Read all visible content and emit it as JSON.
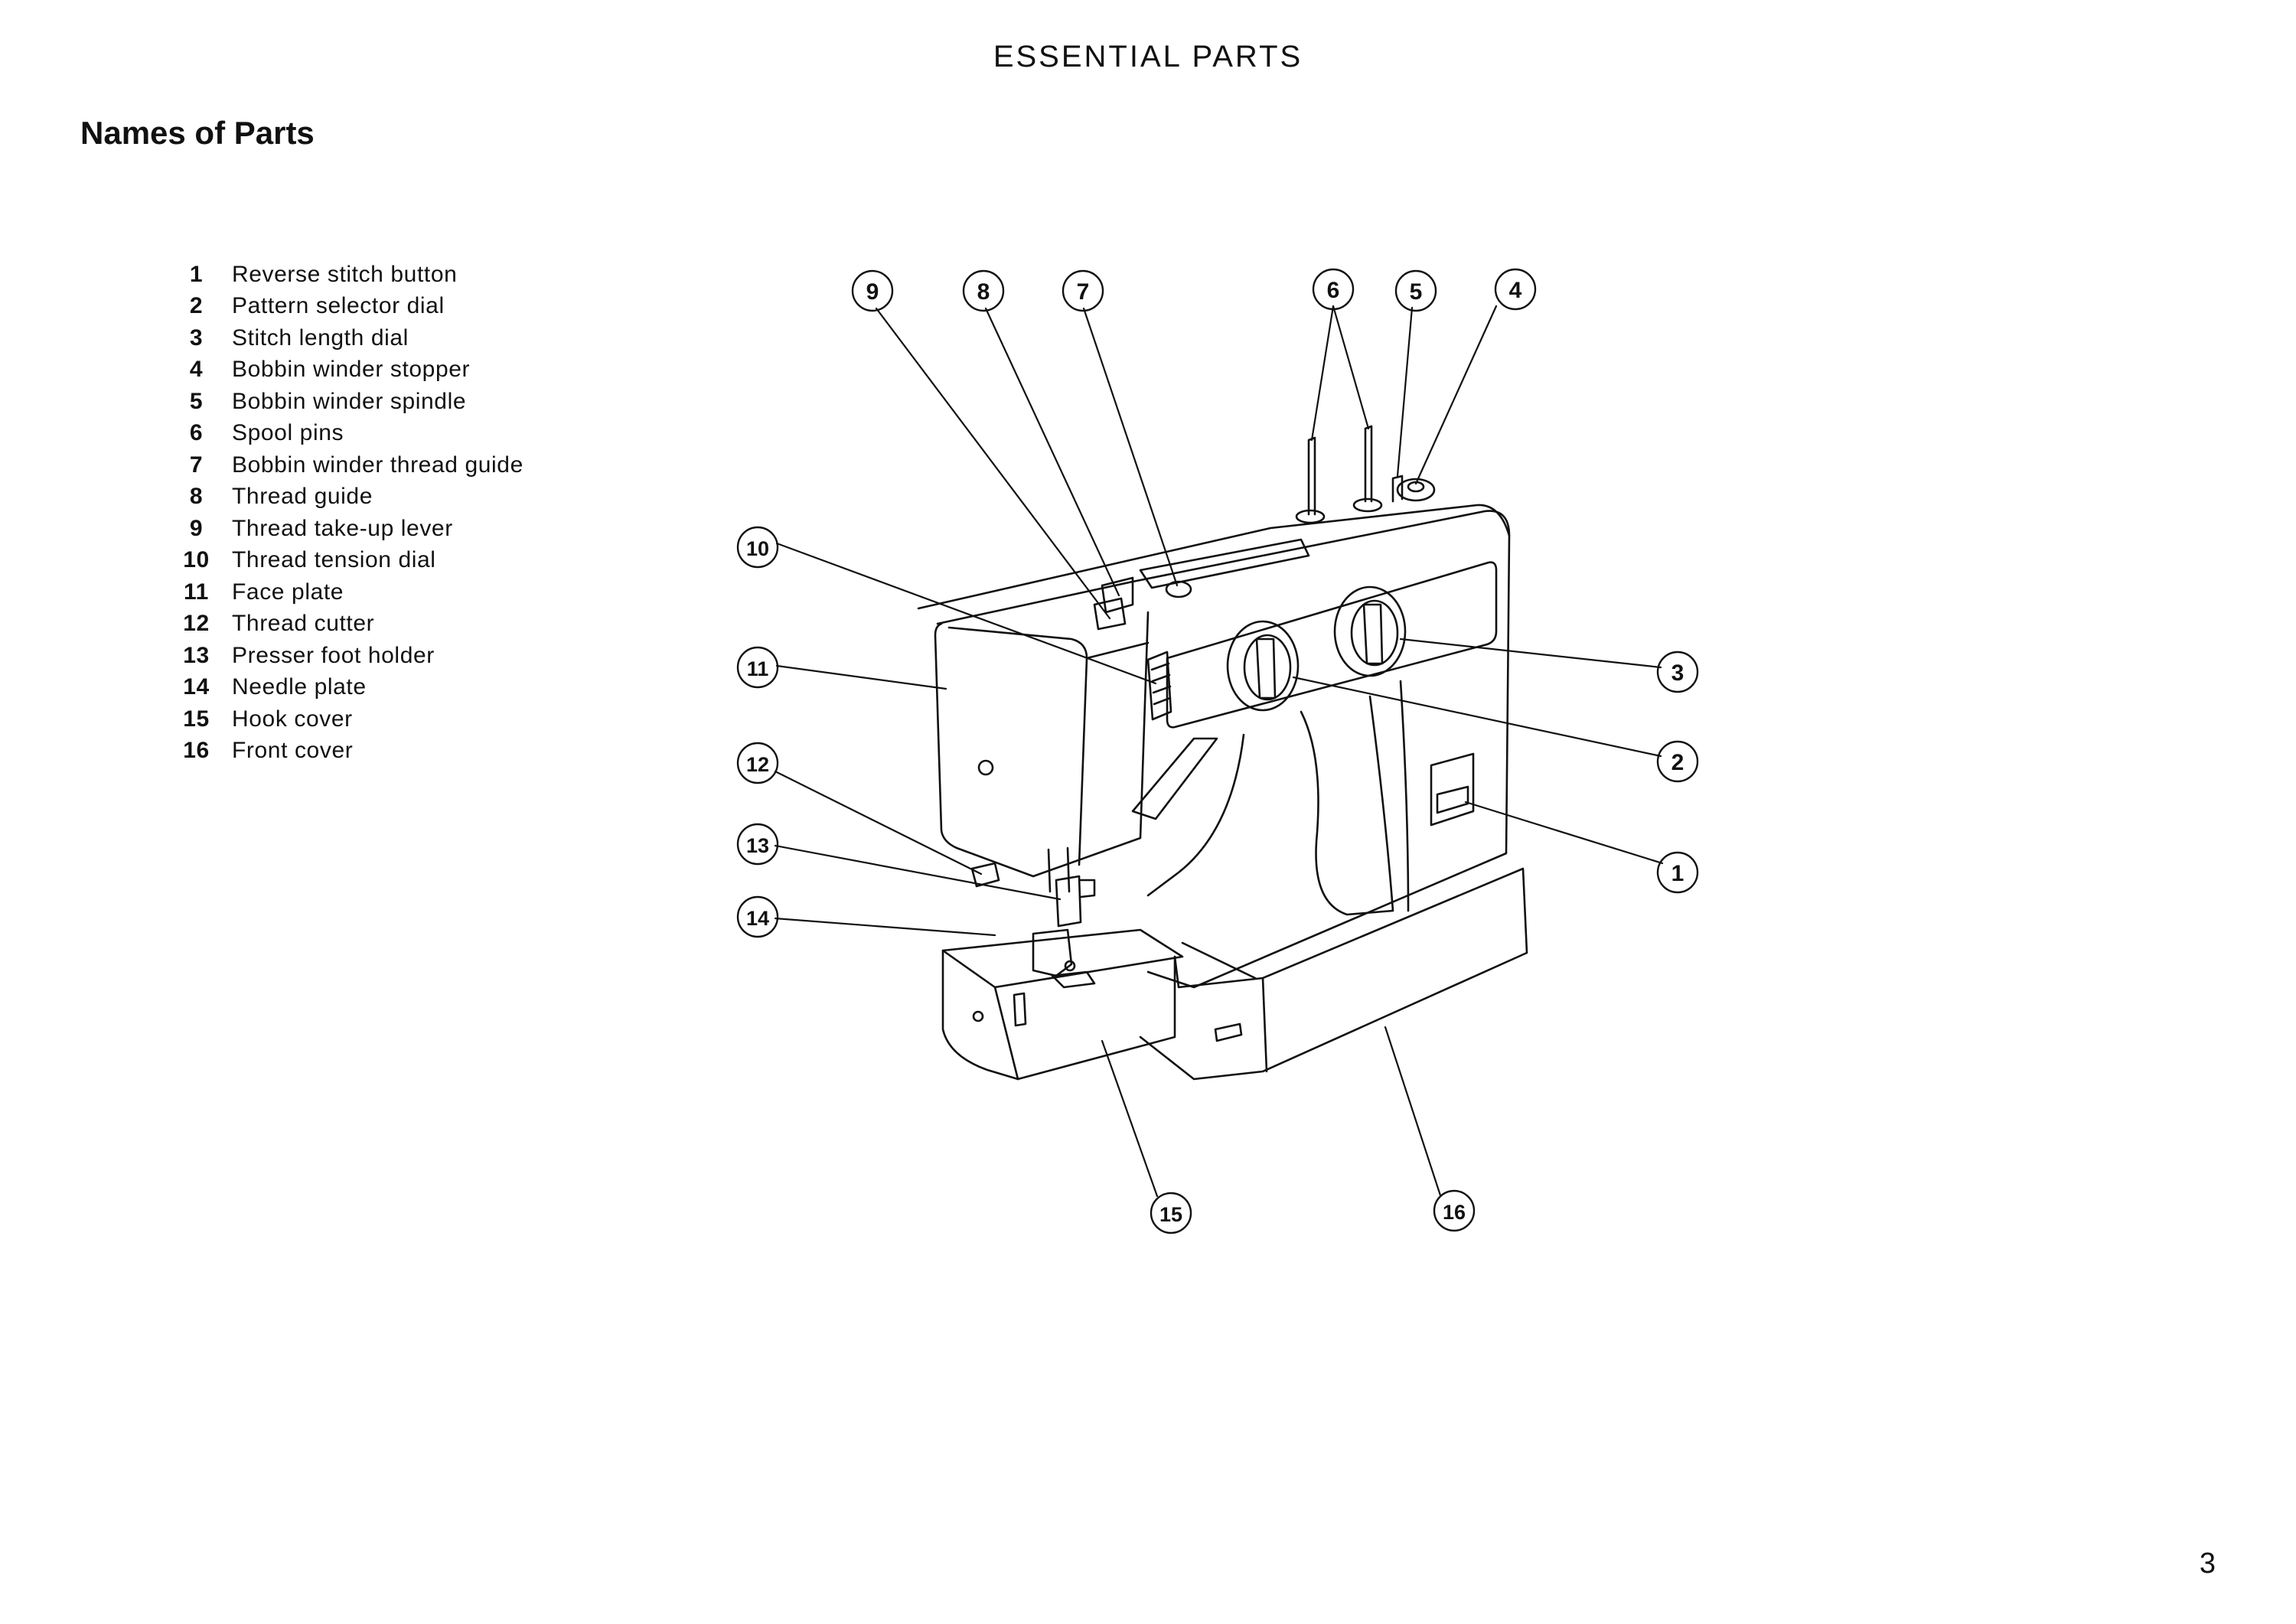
{
  "header": "ESSENTIAL PARTS",
  "section_title": "Names of Parts",
  "parts": [
    {
      "num": "1",
      "name": "Reverse stitch button"
    },
    {
      "num": "2",
      "name": "Pattern selector dial"
    },
    {
      "num": "3",
      "name": "Stitch length dial"
    },
    {
      "num": "4",
      "name": "Bobbin winder stopper"
    },
    {
      "num": "5",
      "name": "Bobbin winder spindle"
    },
    {
      "num": "6",
      "name": "Spool pins"
    },
    {
      "num": "7",
      "name": "Bobbin winder thread guide"
    },
    {
      "num": "8",
      "name": "Thread guide"
    },
    {
      "num": "9",
      "name": "Thread take-up lever"
    },
    {
      "num": "10",
      "name": "Thread tension dial"
    },
    {
      "num": "11",
      "name": "Face plate"
    },
    {
      "num": "12",
      "name": "Thread cutter"
    },
    {
      "num": "13",
      "name": "Presser foot holder"
    },
    {
      "num": "14",
      "name": "Needle plate"
    },
    {
      "num": "15",
      "name": "Hook cover"
    },
    {
      "num": "16",
      "name": "Front cover"
    }
  ],
  "callouts": [
    "1",
    "2",
    "3",
    "4",
    "5",
    "6",
    "7",
    "8",
    "9",
    "10",
    "11",
    "12",
    "13",
    "14",
    "15",
    "16"
  ],
  "page_number": "3"
}
